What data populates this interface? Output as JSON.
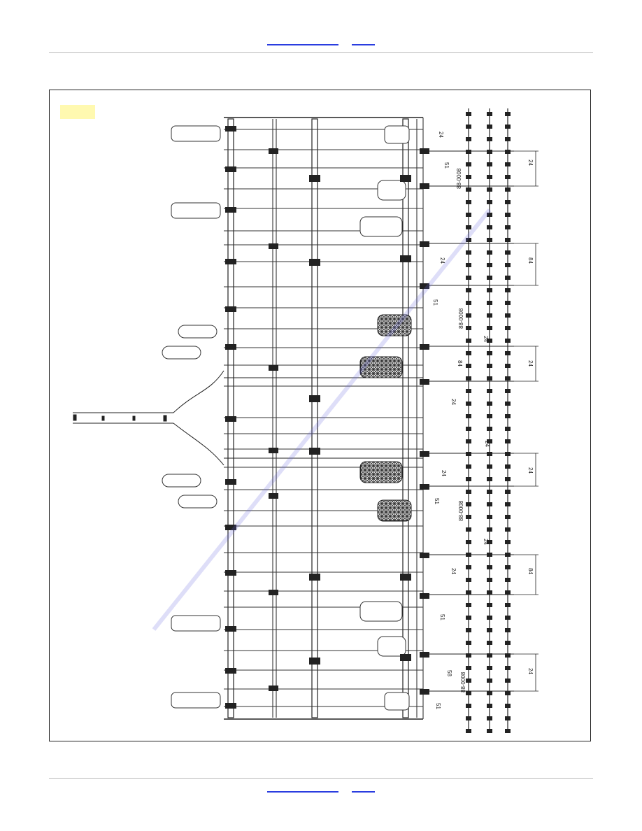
{
  "header": {
    "links": [
      "",
      ""
    ]
  },
  "footer": {
    "links": [
      "",
      ""
    ]
  },
  "figure": {
    "label": "",
    "dims_right": [
      "24",
      "51",
      "24",
      "51",
      "84",
      "24",
      "24",
      "51",
      "24",
      "51",
      "58",
      "51",
      "24",
      "24",
      "24"
    ],
    "dims_far_right": [
      "24",
      "84",
      "24",
      "24",
      "84",
      "24"
    ],
    "codes": [
      "88-0008",
      "88-0008",
      "88-0008",
      "88-0008"
    ],
    "colors": {
      "steel": "#222222",
      "watermark": "#8a8ae8",
      "highlight": "#fff9b0"
    }
  }
}
